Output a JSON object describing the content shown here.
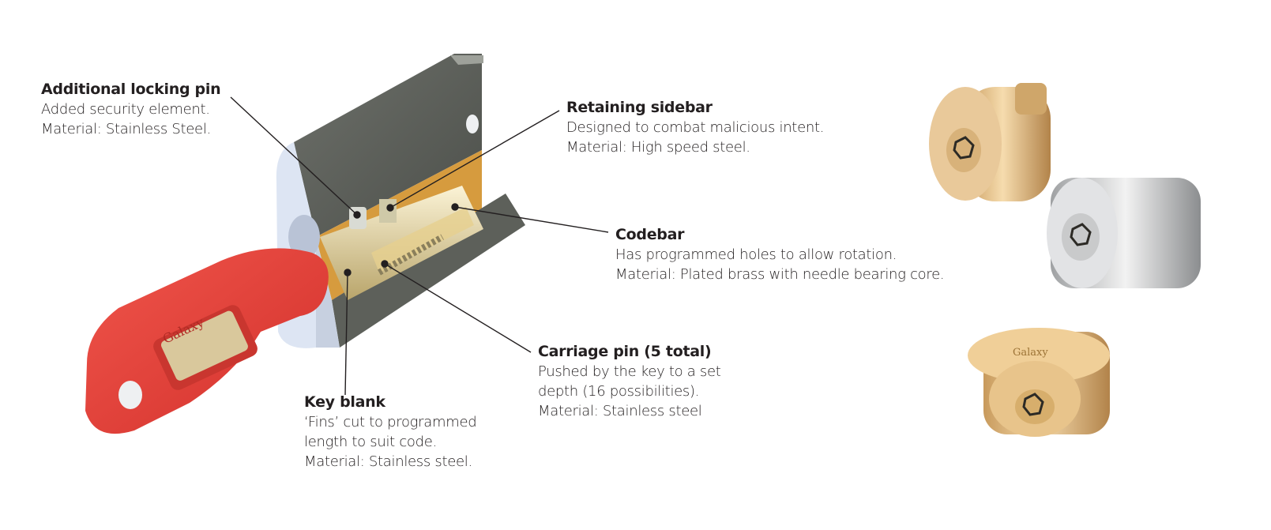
{
  "callouts": {
    "locking_pin": {
      "title": "Additional locking pin",
      "lines": [
        "Added security element.",
        "Material: Stainless Steel."
      ]
    },
    "sidebar": {
      "title": "Retaining sidebar",
      "lines": [
        "Designed to combat malicious intent.",
        "Material: High speed steel."
      ]
    },
    "codebar": {
      "title": "Codebar",
      "lines": [
        "Has programmed holes to allow rotation.",
        "Material: Plated brass with needle bearing core."
      ]
    },
    "carriage_pin": {
      "title": "Carriage pin (5 total)",
      "lines": [
        "Pushed by the key to a set",
        "depth (16 possibilities).",
        "Material: Stainless steel"
      ]
    },
    "key_blank": {
      "title": "Key blank",
      "lines": [
        "‘Fins’ cut to programmed",
        "length to suit code.",
        "Material: Stainless steel."
      ]
    }
  },
  "logos": {
    "key_brand": "Galaxy",
    "cylinder_brand": "Galaxy"
  },
  "colors": {
    "key_red": "#e8403a",
    "brass": "#d9a85a",
    "body_grey": "#5f625c",
    "leader": "#231f20"
  }
}
